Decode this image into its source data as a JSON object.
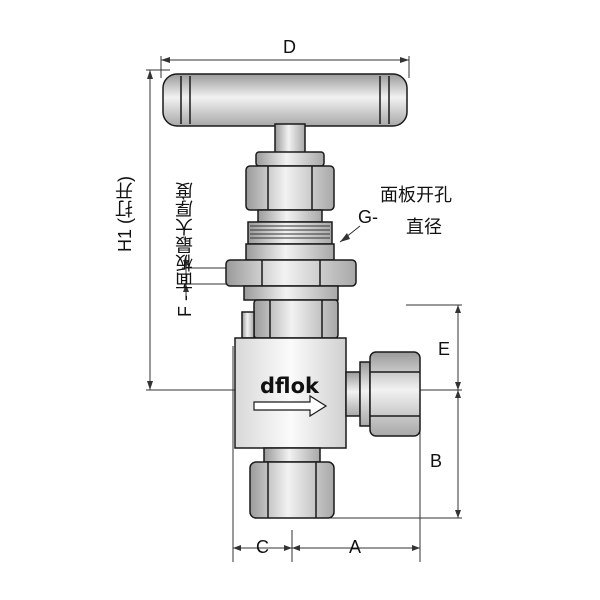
{
  "title": "",
  "labels": {
    "d": "D",
    "h1": "H1 (打开)",
    "g_line1": "面板开孔",
    "g_line2": "直径",
    "g_prefix": "G-",
    "f": "F - 面板最大厚度",
    "e": "E",
    "b": "B",
    "c": "C",
    "a": "A"
  },
  "brand_text": "dflok",
  "colors": {
    "line": "#1a1a1a",
    "metal_dark": "#9a9a9a",
    "metal_mid": "#cfcfcf",
    "metal_light": "#f2f2f2",
    "dimension": "#333333"
  }
}
